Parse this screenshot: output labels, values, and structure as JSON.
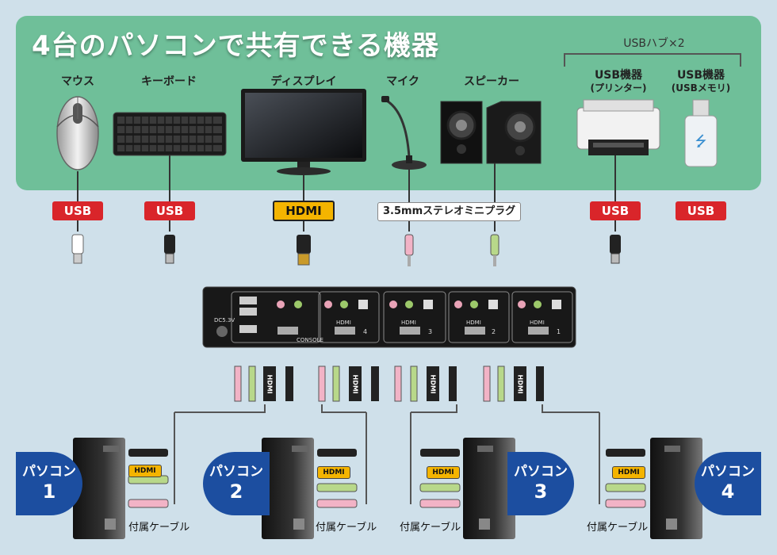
{
  "title": "4台のパソコンで共有できる機器",
  "hub_label": "USBハブ×2",
  "devices": [
    {
      "name": "マウス"
    },
    {
      "name": "キーボード"
    },
    {
      "name": "ディスプレイ"
    },
    {
      "name": "マイク"
    },
    {
      "name": "スピーカー"
    },
    {
      "name": "USB機器",
      "sub": "(プリンター)"
    },
    {
      "name": "USB機器",
      "sub": "(USBメモリ)"
    }
  ],
  "connectors": {
    "usb": "USB",
    "hdmi": "HDMI",
    "audio": "3.5mmステレオミニプラグ"
  },
  "kvm": {
    "power_label": "DC5.3V",
    "console_label": "CONSOLE",
    "port_label": "HDMI",
    "port_numbers": [
      "4",
      "3",
      "2",
      "1"
    ]
  },
  "cable_label": "HDMI",
  "pcs": [
    {
      "label": "パソコン",
      "number": "1",
      "cable": "付属ケーブル"
    },
    {
      "label": "パソコン",
      "number": "2",
      "cable": "付属ケーブル"
    },
    {
      "label": "パソコン",
      "number": "3",
      "cable": "付属ケーブル"
    },
    {
      "label": "パソコン",
      "number": "4",
      "cable": "付属ケーブル"
    }
  ]
}
